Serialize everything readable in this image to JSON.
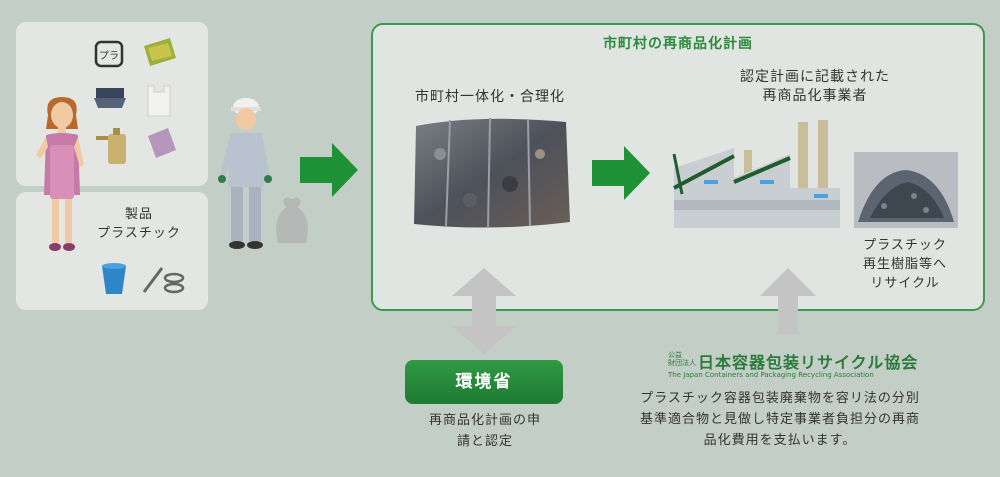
{
  "product_plastic_label": [
    "製品",
    "プラスチック"
  ],
  "plan": {
    "title": "市町村の再商品化計画",
    "municipality_label": "市町村一体化・合理化",
    "recycler_label": [
      "認定計画に記載された",
      "再商品化事業者"
    ],
    "output_label": [
      "プラスチック",
      "再生樹脂等へ",
      "リサイクル"
    ]
  },
  "moe": {
    "button_label": "環境省",
    "desc": [
      "再商品化計画の申",
      "請と認定"
    ]
  },
  "jcpra": {
    "mark": [
      "公益",
      "財団法人"
    ],
    "name": "日本容器包装リサイクル協会",
    "english": "The Japan Containers and Packaging Recycling Association",
    "desc": [
      "プラスチック容器包装廃棄物を容リ法の分別",
      "基準適合物と見做し特定事業者負担分の再商",
      "品化費用を支払います。"
    ]
  },
  "colors": {
    "accent_green": "#2f9a43",
    "plan_border": "#3c9a4e",
    "background": "#c3cfc6"
  }
}
